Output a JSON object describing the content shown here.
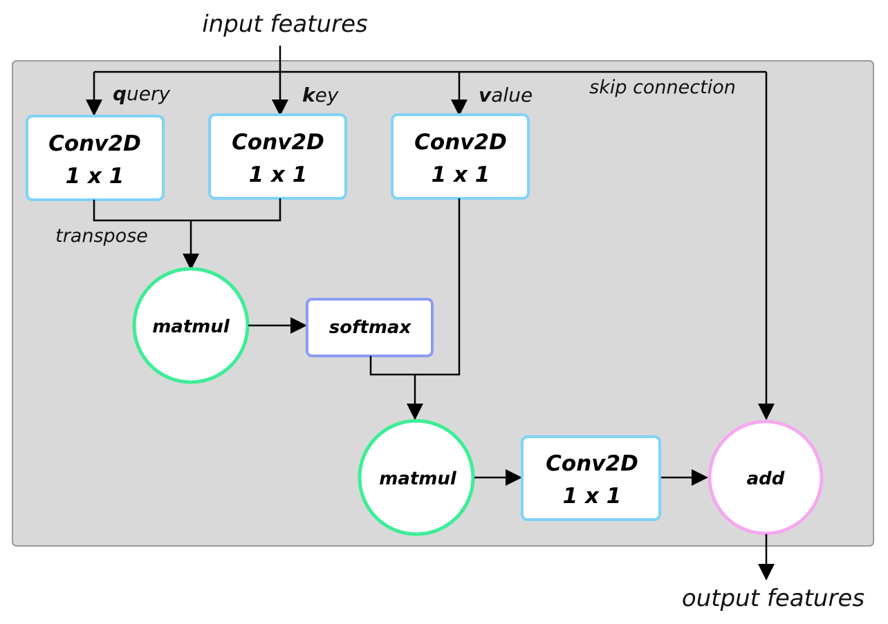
{
  "diagram": {
    "input_label": "input features",
    "output_label": "output features",
    "skip_label": "skip connection",
    "transpose_label": "transpose",
    "query": {
      "bold_letter": "q",
      "rest": "uery"
    },
    "key": {
      "bold_letter": "k",
      "rest": "ey"
    },
    "value": {
      "bold_letter": "v",
      "rest": "alue"
    },
    "conv_query": {
      "line1": "Conv2D",
      "line2": "1 x 1"
    },
    "conv_key": {
      "line1": "Conv2D",
      "line2": "1 x 1"
    },
    "conv_value": {
      "line1": "Conv2D",
      "line2": "1 x 1"
    },
    "conv_out": {
      "line1": "Conv2D",
      "line2": "1 x 1"
    },
    "matmul_1": "matmul",
    "matmul_2": "matmul",
    "softmax": "softmax",
    "add": "add",
    "colors": {
      "panel_fill": "#d9d9d9",
      "panel_stroke": "#9a9a9a",
      "conv_stroke": "#7fd3f7",
      "matmul_stroke": "#3ded97",
      "softmax_stroke": "#8c9cf5",
      "add_stroke": "#f4a9ee"
    }
  }
}
